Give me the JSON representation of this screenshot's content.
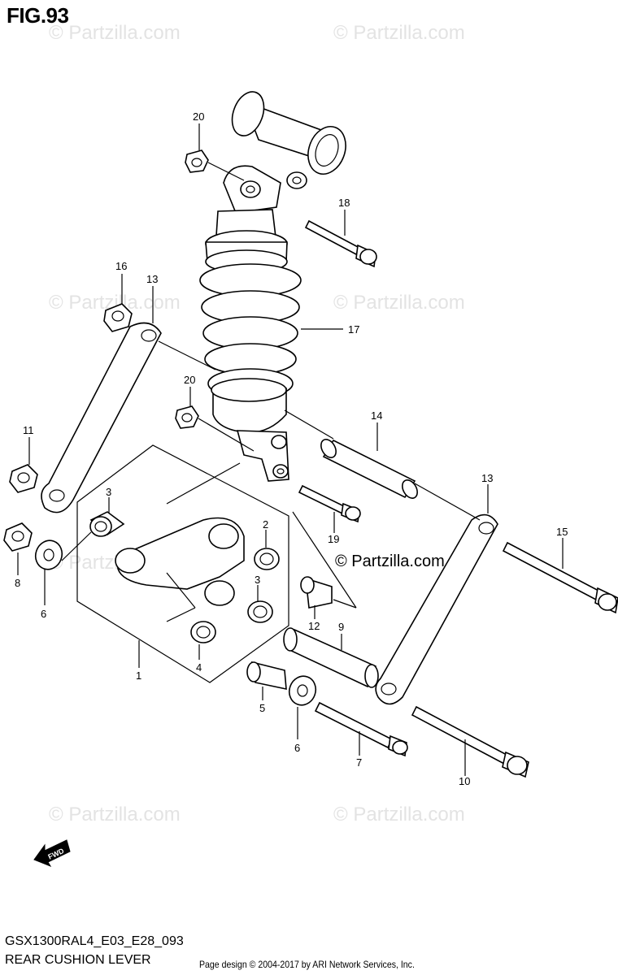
{
  "header": {
    "figure": "FIG.93"
  },
  "footer": {
    "model_code": "GSX1300RAL4_E03_E28_093",
    "title": "REAR CUSHION LEVER",
    "credit": "Page design © 2004-2017 by ARI Network Services, Inc."
  },
  "watermark": {
    "text": "© Partzilla.com",
    "copyright_main": "© Partzilla.com"
  },
  "fwd_label": "FWD",
  "callouts": {
    "c1": "1",
    "c2": "2",
    "c3a": "3",
    "c3b": "3",
    "c4": "4",
    "c5": "5",
    "c6a": "6",
    "c6b": "6",
    "c7": "7",
    "c8": "8",
    "c9": "9",
    "c10": "10",
    "c11": "11",
    "c12": "12",
    "c13a": "13",
    "c13b": "13",
    "c14": "14",
    "c15": "15",
    "c16": "16",
    "c17": "17",
    "c18": "18",
    "c19": "19",
    "c20a": "20",
    "c20b": "20"
  }
}
